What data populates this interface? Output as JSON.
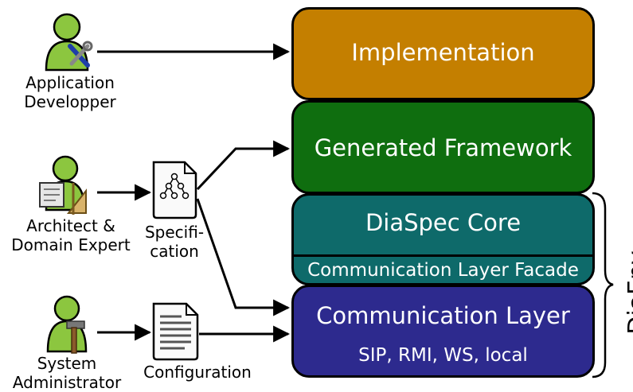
{
  "actors": {
    "developer": "Application\nDevelopper",
    "architect": "Architect &\nDomain Expert",
    "admin": "System\nAdministrator"
  },
  "documents": {
    "specification": "Specifi-\ncation",
    "configuration": "Configuration"
  },
  "layers": {
    "implementation": "Implementation",
    "generated_framework": "Generated Framework",
    "diaspec_core": "DiaSpec Core",
    "facade": "Communication Layer Facade",
    "communication": "Communication Layer",
    "protocols": "SIP, RMI, WS, local"
  },
  "brace_label": "DiaEnv",
  "colors": {
    "implementation": "#c47f00",
    "generated_framework": "#0f6e0f",
    "diaspec_core": "#0e6a6a",
    "communication": "#2d2a8e",
    "person": "#8cc63f"
  }
}
